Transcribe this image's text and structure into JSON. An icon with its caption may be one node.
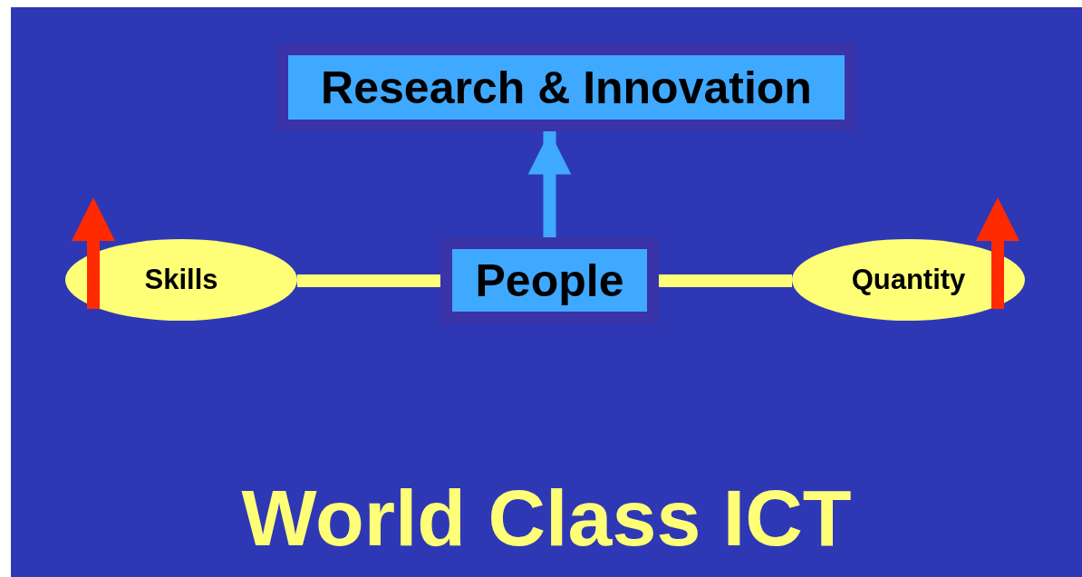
{
  "diagram": {
    "title": "World Class ICT",
    "nodes": [
      {
        "text": [
          "Research & Innovation"
        ]
      },
      {
        "text": [
          "People"
        ]
      },
      {
        "text": [
          "Skills"
        ]
      },
      {
        "text": [
          "Quantity"
        ]
      }
    ],
    "edges": [
      {
        "from": 1,
        "to": 0,
        "arrow": "to",
        "color": "#3fa9ff"
      },
      {
        "from": 1,
        "to": 2,
        "arrow": "none"
      },
      {
        "from": 1,
        "to": 3,
        "arrow": "none"
      }
    ]
  }
}
